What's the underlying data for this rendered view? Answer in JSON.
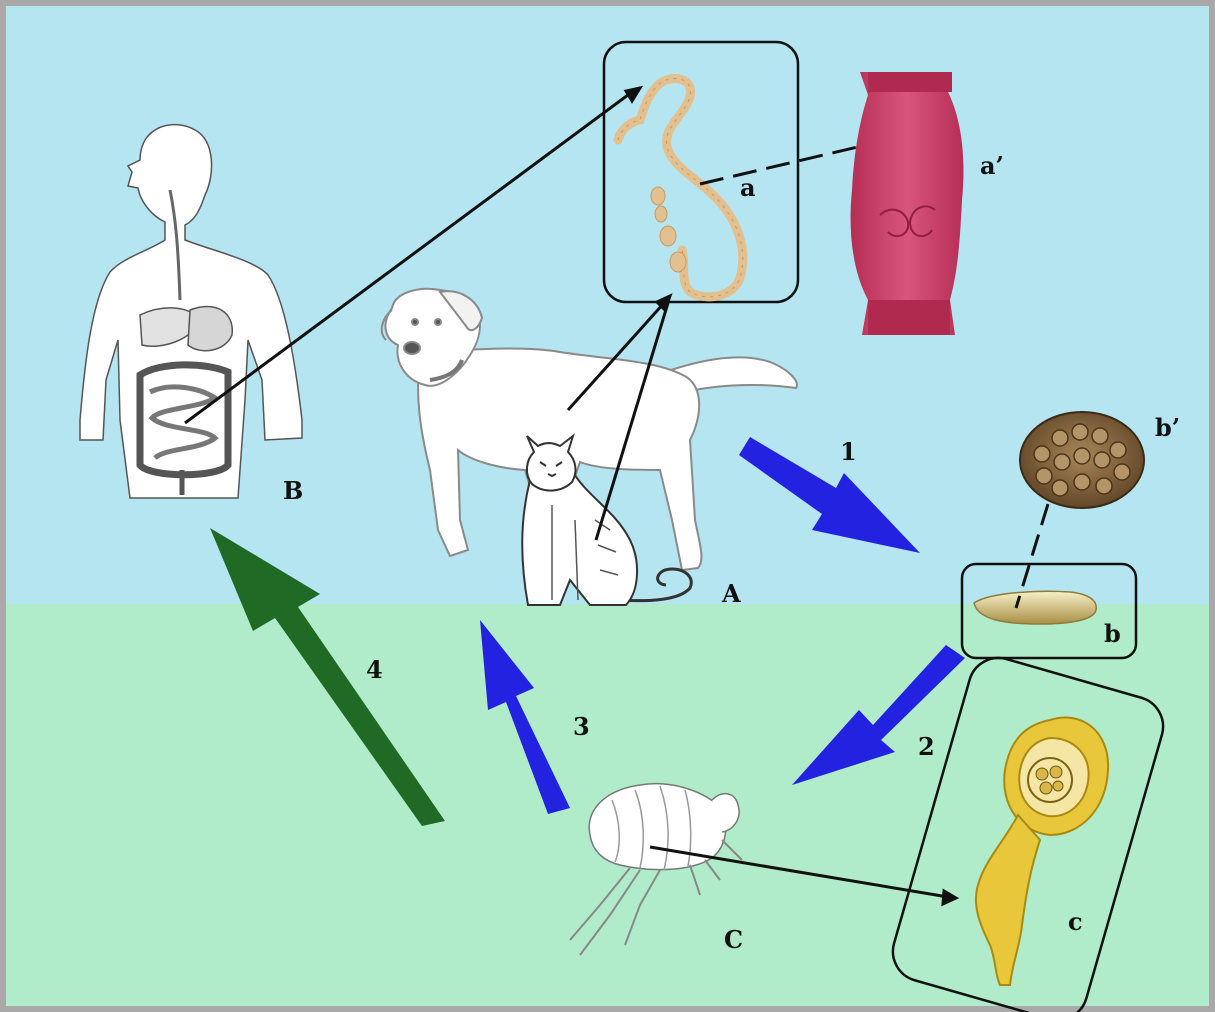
{
  "labels": {
    "A": "A",
    "B": "B",
    "C": "C",
    "a": "a",
    "a_prime": "a’",
    "b": "b",
    "b_prime": "b’",
    "c": "c"
  },
  "steps": [
    "1",
    "2",
    "3",
    "4"
  ],
  "colors": {
    "sky": "#b5e5f0",
    "ground": "#b0ecc9",
    "blue_arrow": "#2222e0",
    "green_arrow": "#1f6b26",
    "worm": "#e3c08f",
    "proglottid_pink": "#c93a63",
    "egg_brown": "#7a5a36",
    "larva_yellow": "#e8c83a"
  }
}
